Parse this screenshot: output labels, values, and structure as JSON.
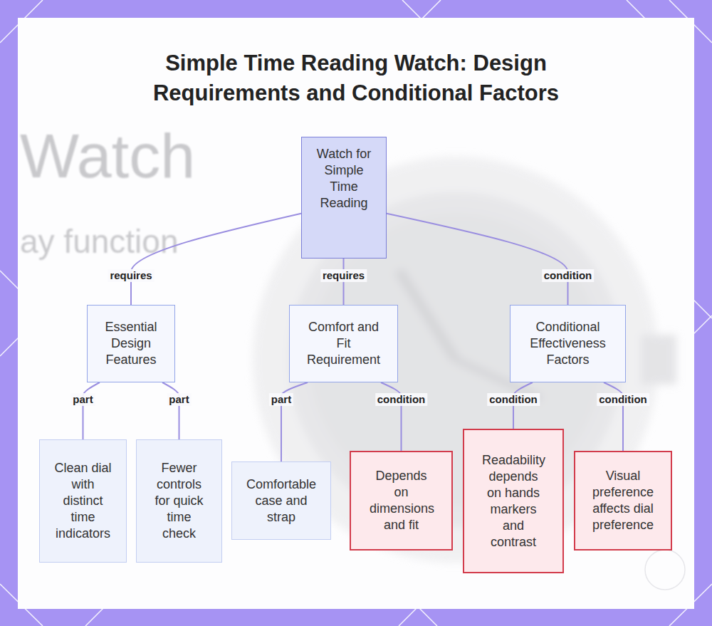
{
  "diagram": {
    "title": "Simple Time Reading Watch: Design Requirements and Conditional Factors",
    "nodes": [
      {
        "text": [
          "Watch for Simple Time Reading"
        ]
      },
      {
        "text": [
          "Essential Design Features"
        ]
      },
      {
        "text": [
          "Comfort and Fit Requirement"
        ]
      },
      {
        "text": [
          "Conditional Effectiveness Factors"
        ]
      },
      {
        "text": [
          "Clean dial with distinct time indicators"
        ]
      },
      {
        "text": [
          "Fewer controls for quick time check"
        ]
      },
      {
        "text": [
          "Comfortable case and strap"
        ]
      },
      {
        "text": [
          "Depends on dimensions and fit"
        ]
      },
      {
        "text": [
          "Readability depends on hands markers and contrast"
        ]
      },
      {
        "text": [
          "Visual preference affects dial preference"
        ]
      }
    ],
    "edges": [
      {
        "from": 0,
        "to": 1,
        "label": "requires",
        "arrow": "none"
      },
      {
        "from": 0,
        "to": 2,
        "label": "requires",
        "arrow": "none"
      },
      {
        "from": 0,
        "to": 3,
        "label": "condition",
        "arrow": "none"
      },
      {
        "from": 1,
        "to": 4,
        "label": "part",
        "arrow": "none"
      },
      {
        "from": 1,
        "to": 5,
        "label": "part",
        "arrow": "none"
      },
      {
        "from": 2,
        "to": 6,
        "label": "part",
        "arrow": "none"
      },
      {
        "from": 2,
        "to": 7,
        "label": "condition",
        "arrow": "none"
      },
      {
        "from": 3,
        "to": 8,
        "label": "condition",
        "arrow": "none"
      },
      {
        "from": 3,
        "to": 9,
        "label": "condition",
        "arrow": "none"
      }
    ],
    "labels": [
      "Watch",
      "ay function"
    ]
  }
}
